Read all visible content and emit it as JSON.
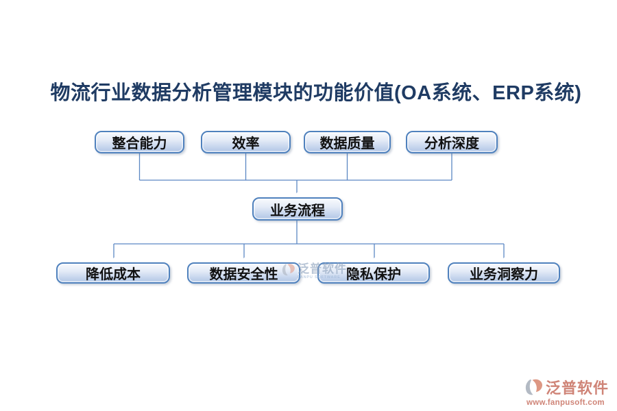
{
  "title": "物流行业数据分析管理模块的功能价值(OA系统、ERP系统)",
  "colors": {
    "title_text": "#1f3b63",
    "box_border": "#4f81bd",
    "box_fill_top": "#f8fafd",
    "box_fill_bottom": "#b1c6e5",
    "connector_line": "#5b87c3",
    "watermark_salmon": "#cf8477",
    "watermark_gray_blue": "#8da2bd"
  },
  "diagram": {
    "top_row": [
      {
        "label": "整合能力"
      },
      {
        "label": "效率"
      },
      {
        "label": "数据质量"
      },
      {
        "label": "分析深度"
      }
    ],
    "middle": {
      "label": "业务流程"
    },
    "bottom_row": [
      {
        "label": "降低成本"
      },
      {
        "label": "数据安全性"
      },
      {
        "label": "隐私保护"
      },
      {
        "label": "业务洞察力"
      }
    ]
  },
  "watermarks": {
    "center": {
      "brand": "泛普软件",
      "sub": "FANPU SOFTWARE"
    },
    "corner": {
      "brand": "泛普软件",
      "url": "www.fanpusoft.com"
    }
  }
}
